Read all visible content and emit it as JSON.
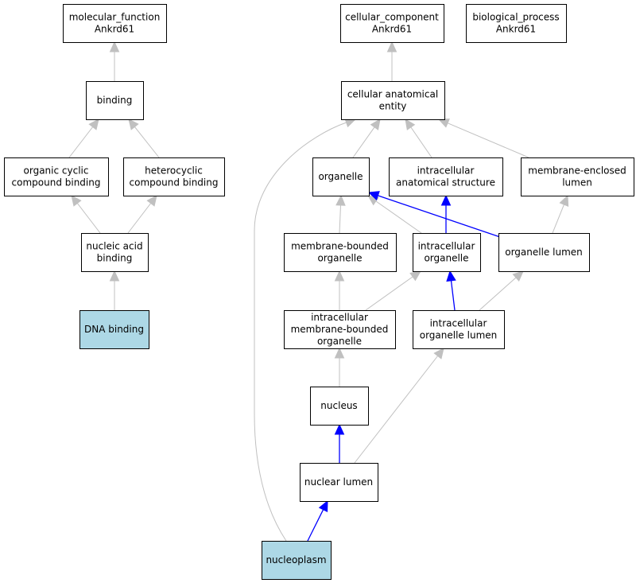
{
  "colors": {
    "edge_default": "#c0c0c0",
    "edge_highlight": "#0000ff",
    "node_fill": "#ffffff",
    "node_fill_highlight": "#add8e6",
    "node_stroke": "#000000"
  },
  "nodes": [
    {
      "id": "molecular_function",
      "lines": [
        "molecular_function",
        "Ankrd61"
      ],
      "highlight": false
    },
    {
      "id": "cellular_component",
      "lines": [
        "cellular_component",
        "Ankrd61"
      ],
      "highlight": false
    },
    {
      "id": "biological_process",
      "lines": [
        "biological_process",
        "Ankrd61"
      ],
      "highlight": false
    },
    {
      "id": "binding",
      "lines": [
        "binding"
      ],
      "highlight": false
    },
    {
      "id": "cellular_anatomical_entity",
      "lines": [
        "cellular anatomical",
        "entity"
      ],
      "highlight": false
    },
    {
      "id": "organic_cyclic_compound_binding",
      "lines": [
        "organic cyclic",
        "compound binding"
      ],
      "highlight": false
    },
    {
      "id": "heterocyclic_compound_binding",
      "lines": [
        "heterocyclic",
        "compound binding"
      ],
      "highlight": false
    },
    {
      "id": "organelle",
      "lines": [
        "organelle"
      ],
      "highlight": false
    },
    {
      "id": "intracellular_anatomical_structure",
      "lines": [
        "intracellular",
        "anatomical structure"
      ],
      "highlight": false
    },
    {
      "id": "membrane_enclosed_lumen",
      "lines": [
        "membrane-enclosed",
        "lumen"
      ],
      "highlight": false
    },
    {
      "id": "nucleic_acid_binding",
      "lines": [
        "nucleic acid",
        "binding"
      ],
      "highlight": false
    },
    {
      "id": "membrane_bounded_organelle",
      "lines": [
        "membrane-bounded",
        "organelle"
      ],
      "highlight": false
    },
    {
      "id": "intracellular_organelle",
      "lines": [
        "intracellular",
        "organelle"
      ],
      "highlight": false
    },
    {
      "id": "organelle_lumen",
      "lines": [
        "organelle lumen"
      ],
      "highlight": false
    },
    {
      "id": "dna_binding",
      "lines": [
        "DNA binding"
      ],
      "highlight": true
    },
    {
      "id": "intracellular_membrane_bounded_organelle",
      "lines": [
        "intracellular",
        "membrane-bounded",
        "organelle"
      ],
      "highlight": false
    },
    {
      "id": "intracellular_organelle_lumen",
      "lines": [
        "intracellular",
        "organelle lumen"
      ],
      "highlight": false
    },
    {
      "id": "nucleus",
      "lines": [
        "nucleus"
      ],
      "highlight": false
    },
    {
      "id": "nuclear_lumen",
      "lines": [
        "nuclear lumen"
      ],
      "highlight": false
    },
    {
      "id": "nucleoplasm",
      "lines": [
        "nucleoplasm"
      ],
      "highlight": true
    }
  ],
  "edges": [
    {
      "from": "binding",
      "to": "molecular_function",
      "highlight": false
    },
    {
      "from": "organic_cyclic_compound_binding",
      "to": "binding",
      "highlight": false
    },
    {
      "from": "heterocyclic_compound_binding",
      "to": "binding",
      "highlight": false
    },
    {
      "from": "nucleic_acid_binding",
      "to": "organic_cyclic_compound_binding",
      "highlight": false
    },
    {
      "from": "nucleic_acid_binding",
      "to": "heterocyclic_compound_binding",
      "highlight": false
    },
    {
      "from": "dna_binding",
      "to": "nucleic_acid_binding",
      "highlight": false
    },
    {
      "from": "cellular_anatomical_entity",
      "to": "cellular_component",
      "highlight": false
    },
    {
      "from": "organelle",
      "to": "cellular_anatomical_entity",
      "highlight": false
    },
    {
      "from": "intracellular_anatomical_structure",
      "to": "cellular_anatomical_entity",
      "highlight": false
    },
    {
      "from": "membrane_enclosed_lumen",
      "to": "cellular_anatomical_entity",
      "highlight": false
    },
    {
      "from": "nucleoplasm",
      "to": "cellular_anatomical_entity",
      "highlight": false
    },
    {
      "from": "membrane_bounded_organelle",
      "to": "organelle",
      "highlight": false
    },
    {
      "from": "intracellular_organelle",
      "to": "organelle",
      "highlight": false
    },
    {
      "from": "organelle_lumen",
      "to": "organelle",
      "highlight": true
    },
    {
      "from": "intracellular_organelle",
      "to": "intracellular_anatomical_structure",
      "highlight": true
    },
    {
      "from": "organelle_lumen",
      "to": "membrane_enclosed_lumen",
      "highlight": false
    },
    {
      "from": "intracellular_membrane_bounded_organelle",
      "to": "membrane_bounded_organelle",
      "highlight": false
    },
    {
      "from": "intracellular_membrane_bounded_organelle",
      "to": "intracellular_organelle",
      "highlight": false
    },
    {
      "from": "intracellular_organelle_lumen",
      "to": "intracellular_organelle",
      "highlight": true
    },
    {
      "from": "intracellular_organelle_lumen",
      "to": "organelle_lumen",
      "highlight": false
    },
    {
      "from": "nucleus",
      "to": "intracellular_membrane_bounded_organelle",
      "highlight": false
    },
    {
      "from": "nuclear_lumen",
      "to": "nucleus",
      "highlight": true
    },
    {
      "from": "nuclear_lumen",
      "to": "intracellular_organelle_lumen",
      "highlight": false
    },
    {
      "from": "nucleoplasm",
      "to": "nuclear_lumen",
      "highlight": true
    }
  ]
}
